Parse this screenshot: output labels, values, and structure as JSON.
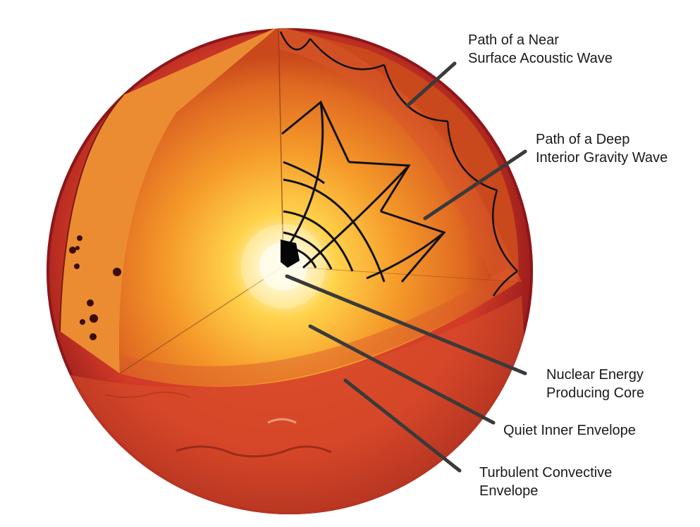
{
  "labels": {
    "near_surface_wave": [
      "Path of a Near",
      "Surface Acoustic Wave"
    ],
    "deep_gravity_wave": [
      "Path of a Deep",
      "Interior Gravity Wave"
    ],
    "core": [
      "Nuclear Energy",
      "Producing Core"
    ],
    "inner_envelope": [
      "Quiet Inner Envelope"
    ],
    "convective_envelope": [
      "Turbulent Convective",
      "Envelope"
    ]
  },
  "colors": {
    "sphere_outer": "#c0272d",
    "sphere_rim": "#8e1619",
    "shell": "#e05a20",
    "wedge_face_left": "#e8832a",
    "wedge_face_right": "#e48a2c",
    "core_glow": "#fffbe0",
    "wave_lines": "#111111",
    "leader_lines": "#3a3a3a",
    "sunspots": "#3a0c08"
  }
}
